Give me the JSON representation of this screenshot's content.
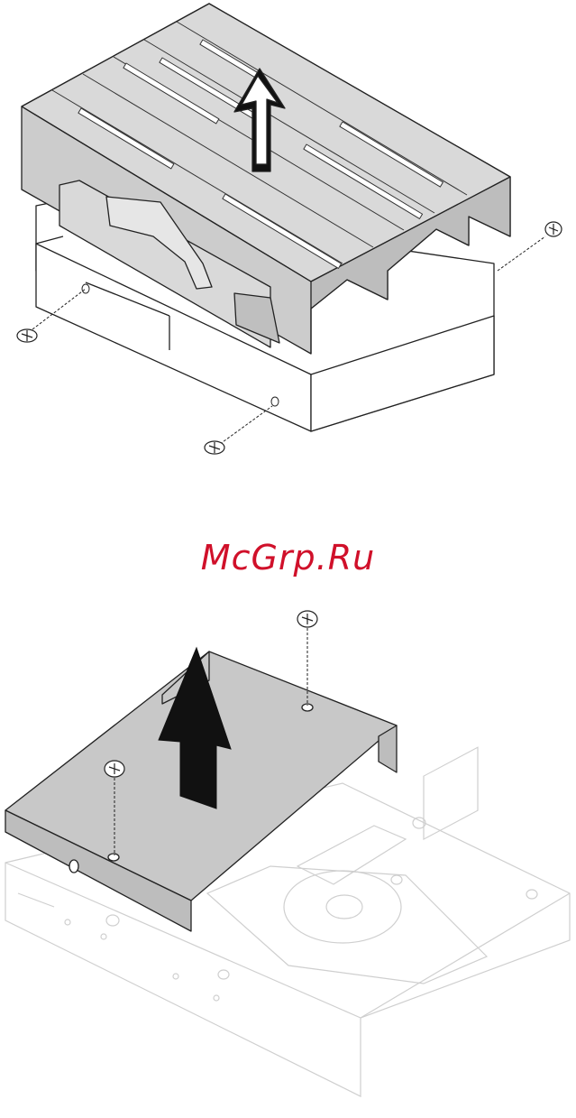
{
  "watermark": {
    "text": "McGrp.Ru",
    "color": "#d0102a"
  },
  "figures": [
    {
      "id": "top",
      "subject": "heatsink-removal",
      "arrow": "up-arrow-icon",
      "screws": 3
    },
    {
      "id": "bottom",
      "subject": "drive-bracket-removal",
      "arrow": "up-arrow-icon",
      "screws": 2
    }
  ],
  "colors": {
    "line": "#222222",
    "heatsink_fill": "#cccccc",
    "bracket_fill": "#c8c8c8",
    "drive_line": "#cfcfcf"
  }
}
